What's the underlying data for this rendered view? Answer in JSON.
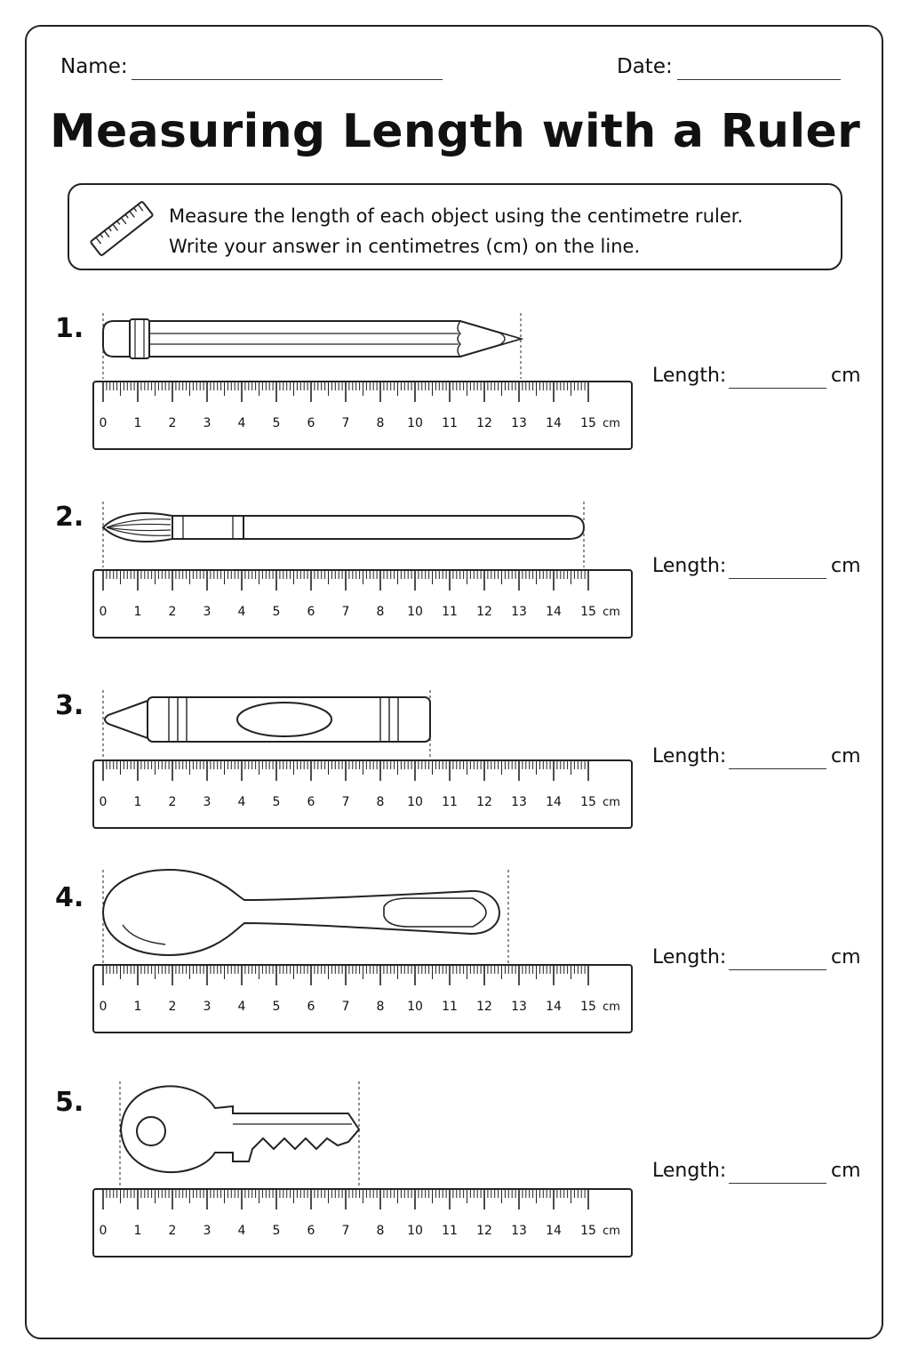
{
  "header": {
    "name_label": "Name:",
    "date_label": "Date:"
  },
  "title": "Measuring Length with a Ruler",
  "instructions": {
    "line1": "Measure the length of each object using the centimetre ruler.",
    "line2": "Write your answer in centimetres (cm) on the line."
  },
  "ruler": {
    "ticks": [
      "0",
      "1",
      "2",
      "3",
      "4",
      "5",
      "6",
      "7",
      "8",
      "10",
      "11",
      "12",
      "13",
      "14",
      "15"
    ],
    "unit": "cm"
  },
  "items": [
    {
      "number": "1.",
      "object_icon": "pencil-icon",
      "answer_label": "Length:",
      "answer_unit": "cm"
    },
    {
      "number": "2.",
      "object_icon": "paintbrush-icon",
      "answer_label": "Length:",
      "answer_unit": "cm"
    },
    {
      "number": "3.",
      "object_icon": "crayon-icon",
      "answer_label": "Length:",
      "answer_unit": "cm"
    },
    {
      "number": "4.",
      "object_icon": "spoon-icon",
      "answer_label": "Length:",
      "answer_unit": "cm"
    },
    {
      "number": "5.",
      "object_icon": "key-icon",
      "answer_label": "Length:",
      "answer_unit": "cm"
    }
  ]
}
